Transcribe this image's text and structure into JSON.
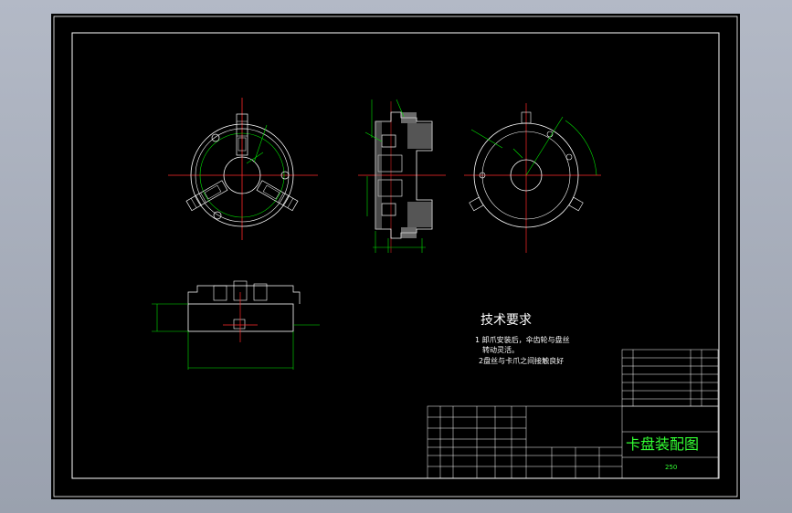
{
  "drawing": {
    "tech_requirements": {
      "heading": "技术要求",
      "line1": "1 卸爪安装后，伞齿轮与盘丝",
      "line2": "转动灵活。",
      "line3": "2盘丝与卡爪之间接触良好"
    },
    "title_block": {
      "title": "卡盘装配图",
      "scale": "250"
    },
    "colors": {
      "background": "#000000",
      "outline": "#ffffff",
      "centerline": "#ff2a2a",
      "dimension": "#00e600",
      "hatch": "#ffffff",
      "title_text": "#33ff33"
    }
  }
}
